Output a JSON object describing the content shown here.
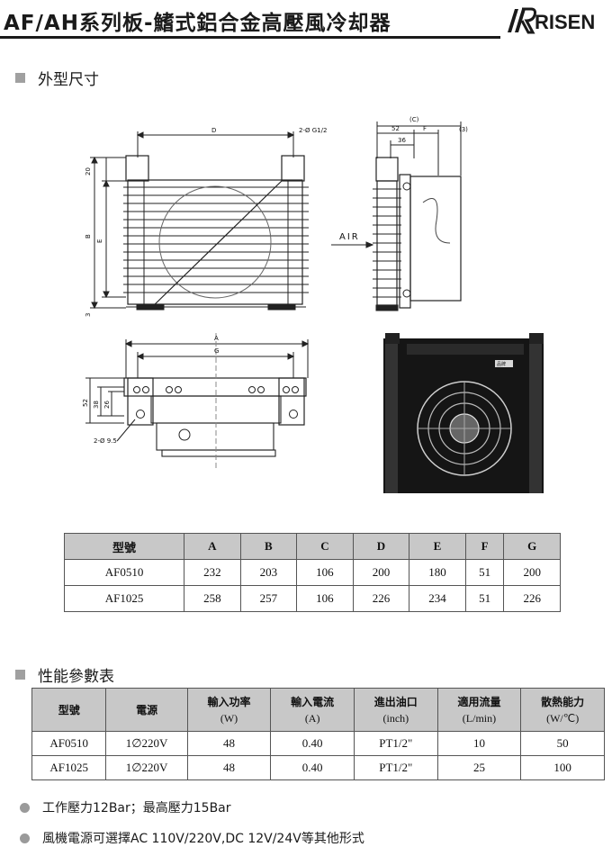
{
  "header": {
    "title": "AF/AH系列板-鰭式鋁合金高壓風冷却器",
    "logo_text": "RISEN"
  },
  "section1": {
    "label": "外型尺寸"
  },
  "drawing": {
    "dim_d": "D",
    "dim_port": "2-Ø G1/2",
    "dim_c": "(C)",
    "dim_52": "52",
    "dim_f": "F",
    "dim_3": "(3)",
    "dim_36": "36",
    "dim_20": "20",
    "dim_b": "B",
    "dim_e": "E",
    "dim_3b": "3",
    "air": "AIR",
    "dim_a": "A",
    "dim_g": "G",
    "dim_52b": "52",
    "dim_38": "38",
    "dim_26": "26",
    "dim_hole": "2-Ø 9.5",
    "label_tag": "品牌"
  },
  "dimension_table": {
    "headers": [
      "型號",
      "A",
      "B",
      "C",
      "D",
      "E",
      "F",
      "G"
    ],
    "rows": [
      [
        "AF0510",
        "232",
        "203",
        "106",
        "200",
        "180",
        "51",
        "200"
      ],
      [
        "AF1025",
        "258",
        "257",
        "106",
        "226",
        "234",
        "51",
        "226"
      ]
    ]
  },
  "section2": {
    "label": "性能參數表"
  },
  "performance_table": {
    "headers": [
      {
        "main": "型號",
        "sub": ""
      },
      {
        "main": "電源",
        "sub": ""
      },
      {
        "main": "輸入功率",
        "sub": "(W)"
      },
      {
        "main": "輸入電流",
        "sub": "(A)"
      },
      {
        "main": "進出油口",
        "sub": "(inch)"
      },
      {
        "main": "適用流量",
        "sub": "(L/min)"
      },
      {
        "main": "散熱能力",
        "sub": "(W/℃)"
      }
    ],
    "rows": [
      [
        "AF0510",
        "1∅220V",
        "48",
        "0.40",
        "PT1/2\"",
        "10",
        "50"
      ],
      [
        "AF1025",
        "1∅220V",
        "48",
        "0.40",
        "PT1/2\"",
        "25",
        "100"
      ]
    ]
  },
  "notes": [
    "工作壓力12Bar；最高壓力15Bar",
    "風機電源可選擇AC 110V/220V,DC 12V/24V等其他形式"
  ]
}
